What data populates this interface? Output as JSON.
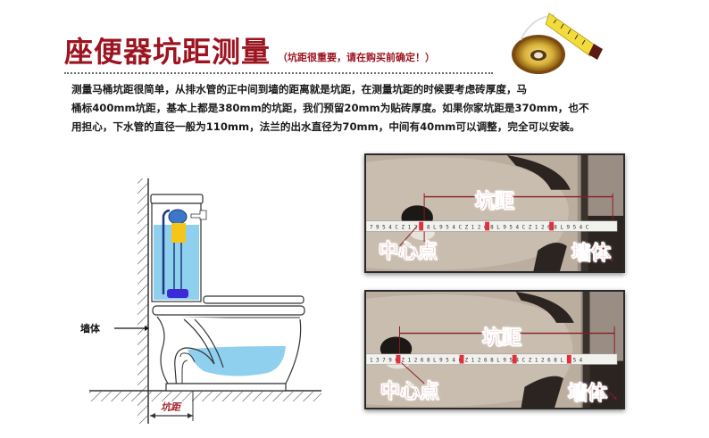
{
  "header": {
    "title": "座便器坑距测量",
    "subtitle": "（坑距很重要，请在购买前确定！）"
  },
  "description": {
    "lines": [
      "测量马桶坑距很简单，从排水管的正中间到墙的距离就是坑距，在测量坑距的时候要考虑砖厚度，马",
      "桶标400mm坑距，基本上都是380mm的坑距，我们预留20mm为贴砖厚度。如果你家坑距是370mm，也不",
      "用担心，下水管的直径一般为110mm，法兰的出水直径为70mm，中间有40mm可以调整，完全可以安装。"
    ]
  },
  "diagram": {
    "wall_label": "墙体",
    "distance_label": "坑距"
  },
  "photos": [
    {
      "distance_label": "坑距",
      "center_label": "中心点",
      "wall_label": "墙体"
    },
    {
      "distance_label": "坑距",
      "center_label": "中心点",
      "wall_label": "墙体"
    }
  ],
  "colors": {
    "title_red": "#9b1420",
    "label_red": "#b8192e",
    "water_blue": "#8fd0ee",
    "float_yellow": "#f5c518",
    "tape_yellow": "#f2dc3a"
  },
  "icons": [
    "tape-measure-icon"
  ]
}
